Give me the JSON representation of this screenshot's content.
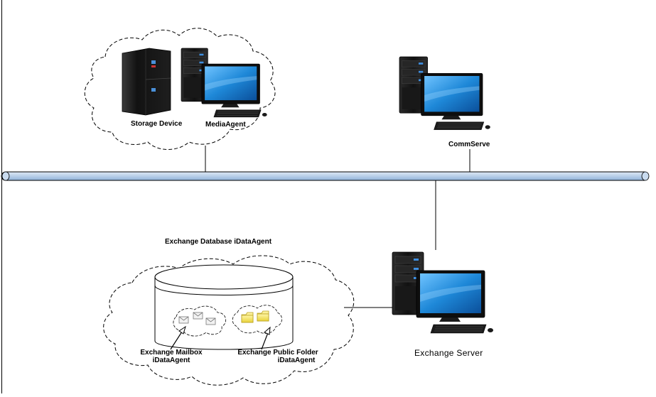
{
  "labels": {
    "storage_device": "Storage Device",
    "media_agent": "MediaAgent",
    "commserve": "CommServe",
    "exchange_db_agent": "Exchange Database iDataAgent",
    "exchange_mailbox_line1": "Exchange Mailbox",
    "exchange_mailbox_line2": "iDataAgent",
    "exchange_public_folder_line1": "Exchange Public Folder",
    "exchange_public_folder_line2": "iDataAgent",
    "exchange_server": "Exchange Server"
  },
  "colors": {
    "network_bus": "#b8cfe8",
    "monitor_screen": "#1e88d8",
    "tower": "#151515",
    "folder": "#f2e15a"
  },
  "icons": [
    "storage-rack-icon",
    "media-agent-computer-icon",
    "commserve-computer-icon",
    "exchange-server-computer-icon",
    "mail-envelope-icon",
    "folder-icon"
  ]
}
